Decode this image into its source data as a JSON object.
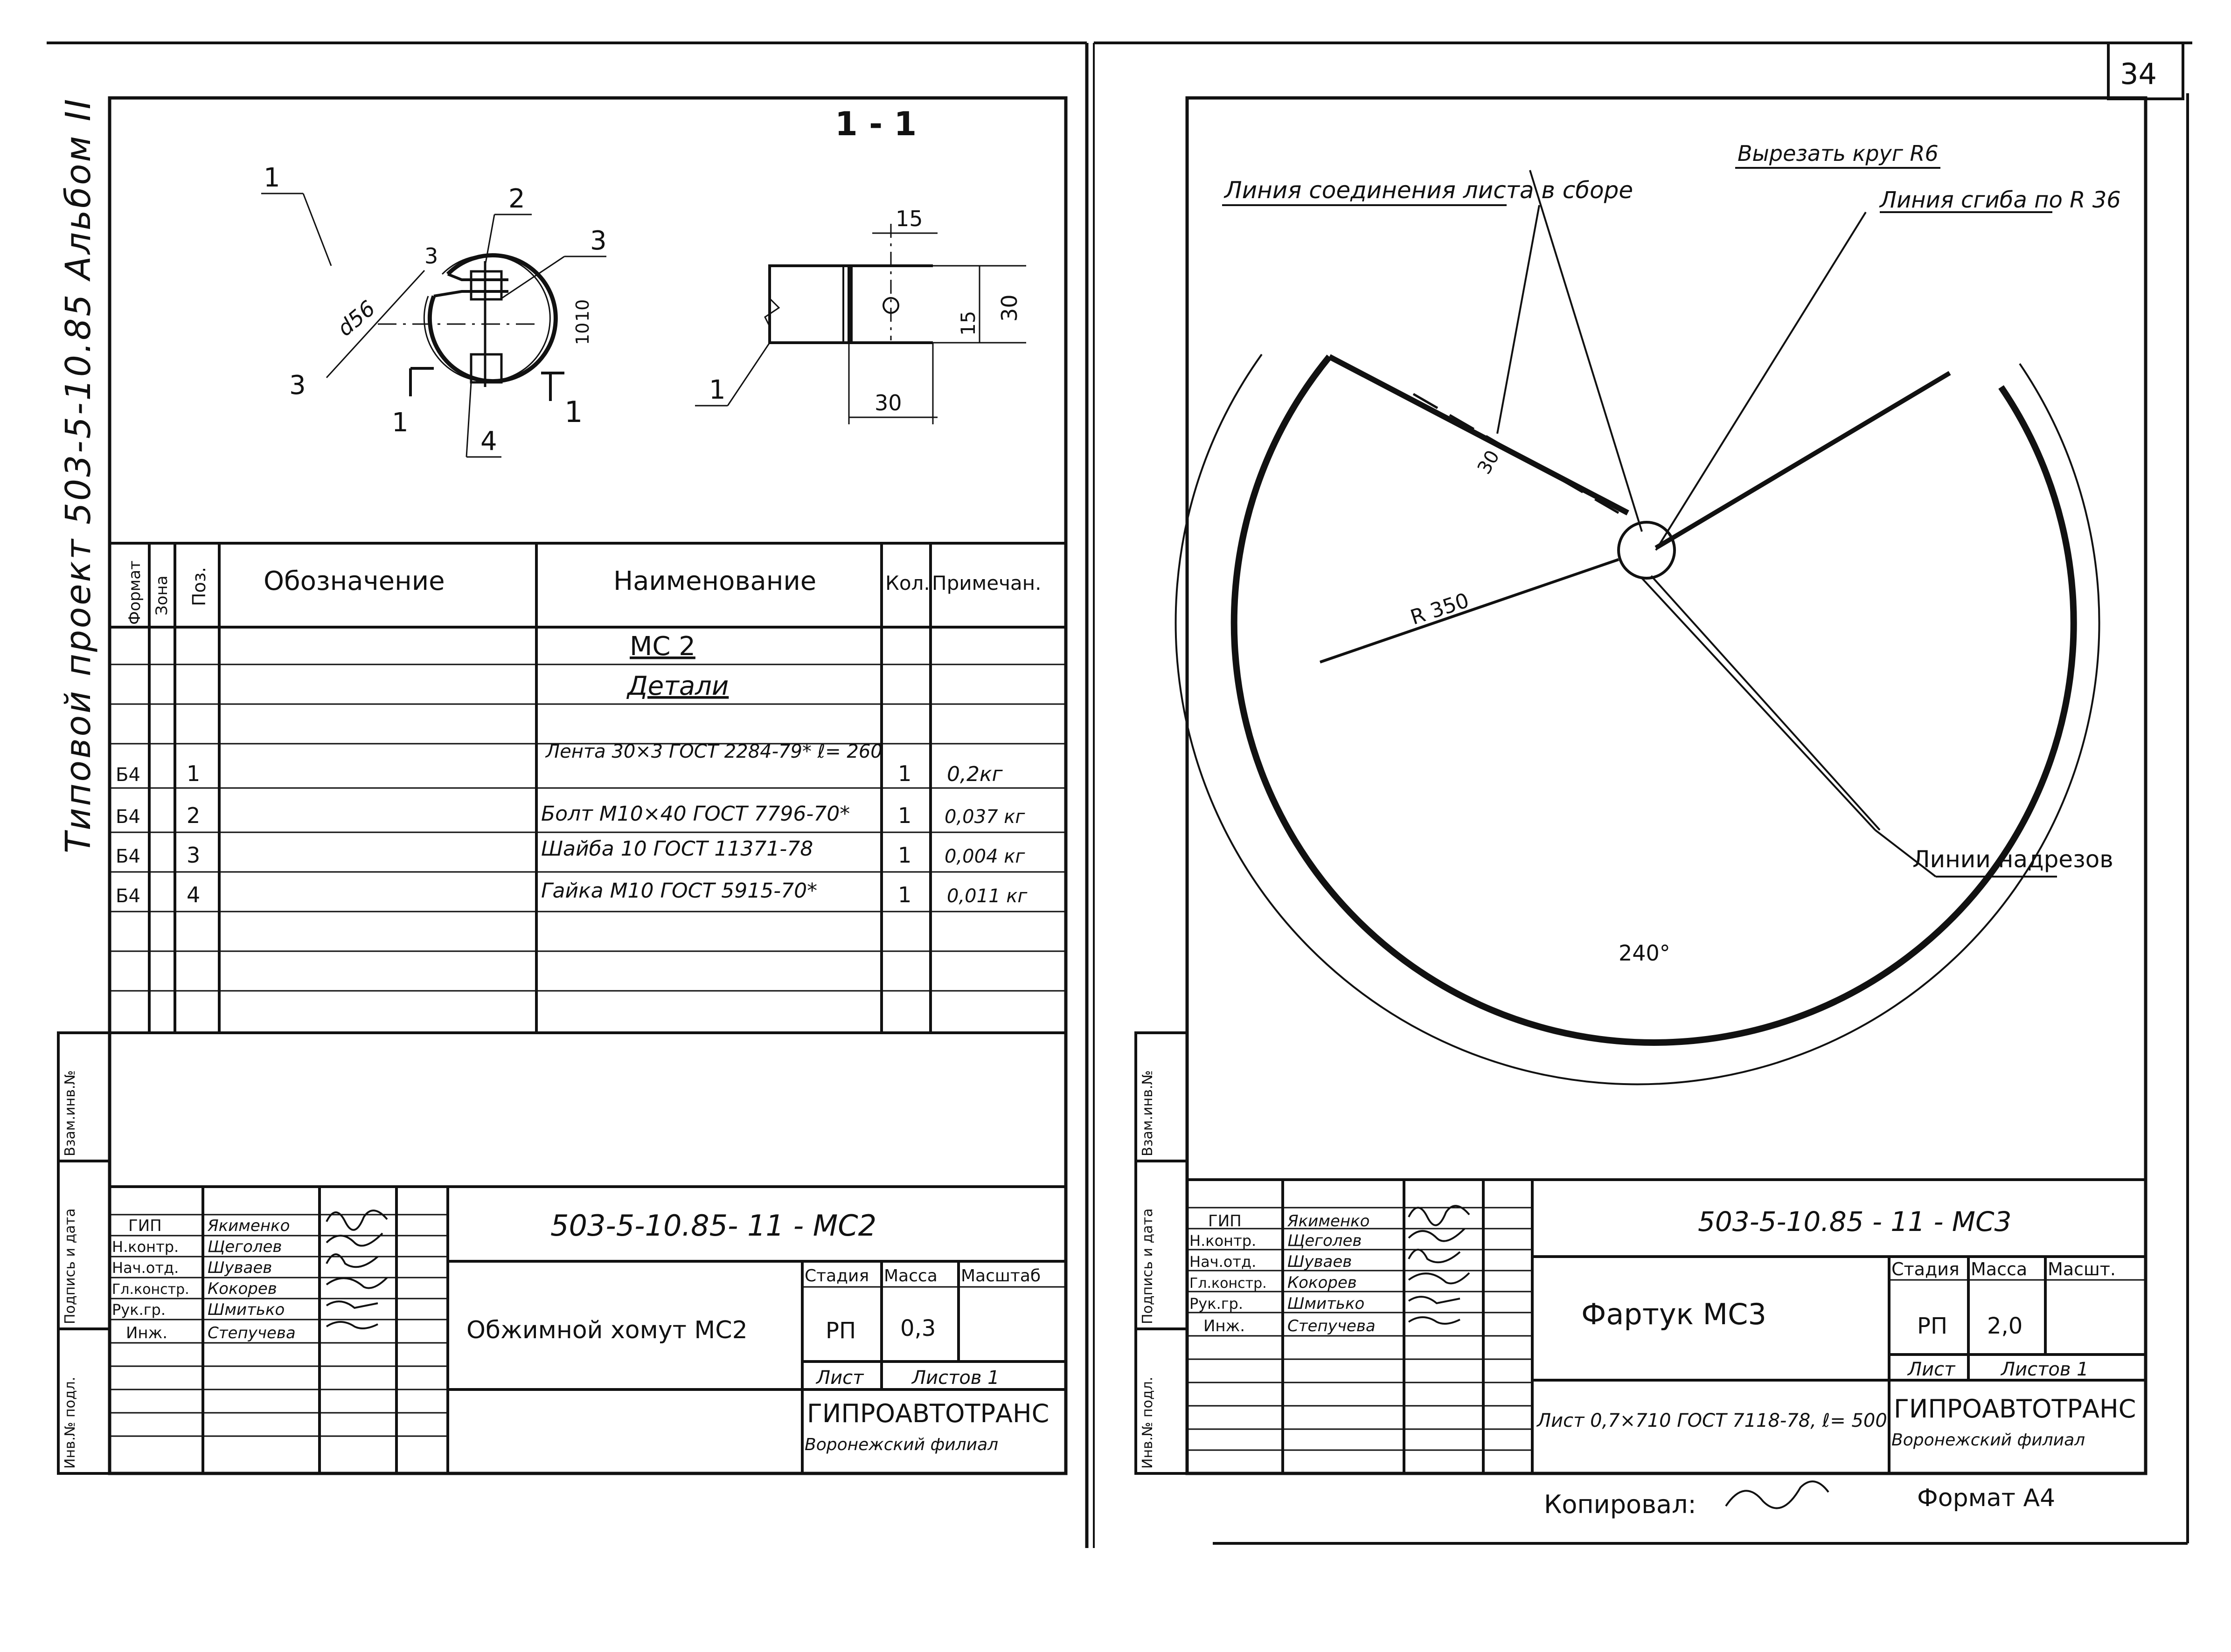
{
  "page_number": "34",
  "side_title": {
    "line": "Типовой проект 503-5-10.85 Альбом II"
  },
  "left_sheet": {
    "section_label": "1 - 1",
    "dims": {
      "diameter": "d56",
      "d15": "15",
      "d30_bottom": "30",
      "d30_right": "30",
      "d15_right": "15",
      "d10": "10",
      "d10b": "10"
    },
    "callouts": [
      "1",
      "2",
      "3",
      "3",
      "4",
      "1",
      "3",
      "1"
    ],
    "section_mark": "1",
    "spec_headers": {
      "format": "Формат",
      "zone": "Зона",
      "pos": "Поз.",
      "designation": "Обозначение",
      "name": "Наименование",
      "qty": "Кол.",
      "note": "Примечан."
    },
    "spec_group": "МС 2",
    "spec_subgroup": "Детали",
    "spec_rows": [
      {
        "format": "Б4",
        "pos": "1",
        "name": "Лента 30×3 ГОСТ 2284-79* ℓ= 260",
        "qty": "1",
        "note": "0,2кг"
      },
      {
        "format": "Б4",
        "pos": "2",
        "name": "Болт М10×40 ГОСТ 7796-70*",
        "qty": "1",
        "note": "0,037 кг"
      },
      {
        "format": "Б4",
        "pos": "3",
        "name": "Шайба 10 ГОСТ 11371-78",
        "qty": "1",
        "note": "0,004 кг"
      },
      {
        "format": "Б4",
        "pos": "4",
        "name": "Гайка М10 ГОСТ 5915-70*",
        "qty": "1",
        "note": "0,011 кг"
      }
    ],
    "stamp": {
      "code": "503-5-10.85- 11 - МС2",
      "title": "Обжимной хомут МС2",
      "stage_label": "Стадия",
      "mass_label": "Масса",
      "scale_label": "Масштаб",
      "stage": "РП",
      "mass": "0,3",
      "sheet_label": "Лист",
      "sheets_label": "Листов 1",
      "org": "ГИПРОАВТОТРАНС",
      "branch": "Воронежский филиал",
      "roles": [
        "ГИП",
        "Н.контр.",
        "Нач.отд.",
        "Гл.констр.",
        "Рук.гр.",
        "Инж."
      ],
      "names": [
        "Якименко",
        "Щеголев",
        "Шуваев",
        "Кокорев",
        "Шмитько",
        "Степучева"
      ]
    },
    "margin_labels": [
      "Инв.№ подл.",
      "Подпись и дата",
      "Взам.инв.№"
    ]
  },
  "right_sheet": {
    "labels": {
      "join_line": "Линия соединения листа в сборе",
      "cut_circle": "Вырезать круг R6",
      "bend_line": "Линия сгиба по R 36",
      "notch_lines": "Линии надрезов",
      "radius": "R 350",
      "angle": "240°",
      "d30": "30"
    },
    "stamp": {
      "code": "503-5-10.85 - 11 - МС3",
      "title": "Фартук МС3",
      "material": "Лист 0,7×710 ГОСТ 7118-78, ℓ= 500",
      "stage_label": "Стадия",
      "mass_label": "Масса",
      "scale_label": "Масшт.",
      "stage": "РП",
      "mass": "2,0",
      "sheet_label": "Лист",
      "sheets_label": "Листов 1",
      "org": "ГИПРОАВТОТРАНС",
      "branch": "Воронежский филиал",
      "roles": [
        "ГИП",
        "Н.контр.",
        "Нач.отд.",
        "Гл.констр.",
        "Рук.гр.",
        "Инж."
      ],
      "names": [
        "Якименко",
        "Щеголев",
        "Шуваев",
        "Кокорев",
        "Шмитько",
        "Степучева"
      ]
    },
    "margin_labels": [
      "Инв.№ подл.",
      "Подпись и дата",
      "Взам.инв.№"
    ],
    "copied_label": "Копировал:",
    "format_label": "Формат А4"
  }
}
